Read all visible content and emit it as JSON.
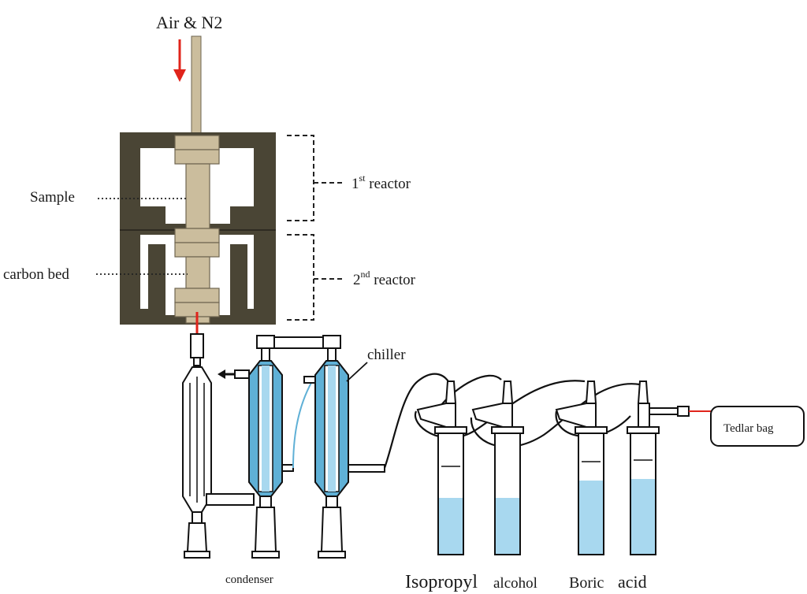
{
  "labels": {
    "inlet": "Air & N2",
    "sample": "Sample",
    "carbon_bed": "carbon bed",
    "reactor1_num": "1",
    "reactor1_sup": "st",
    "reactor1_word": " reactor",
    "reactor2_num": "2",
    "reactor2_sup": "nd",
    "reactor2_word": " reactor",
    "chiller": "chiller",
    "condenser": "condenser",
    "isopropyl": "Isopropyl",
    "alcohol": "alcohol",
    "boric": "Boric",
    "acid": "acid",
    "tedlar": "Tedlar bag"
  },
  "colors": {
    "furnace": "#4a4535",
    "insert": "#cbbd9d",
    "liquid": "#a8d8ef",
    "jacket": "#5fb0d6",
    "flow_arrow": "#e0241b"
  }
}
